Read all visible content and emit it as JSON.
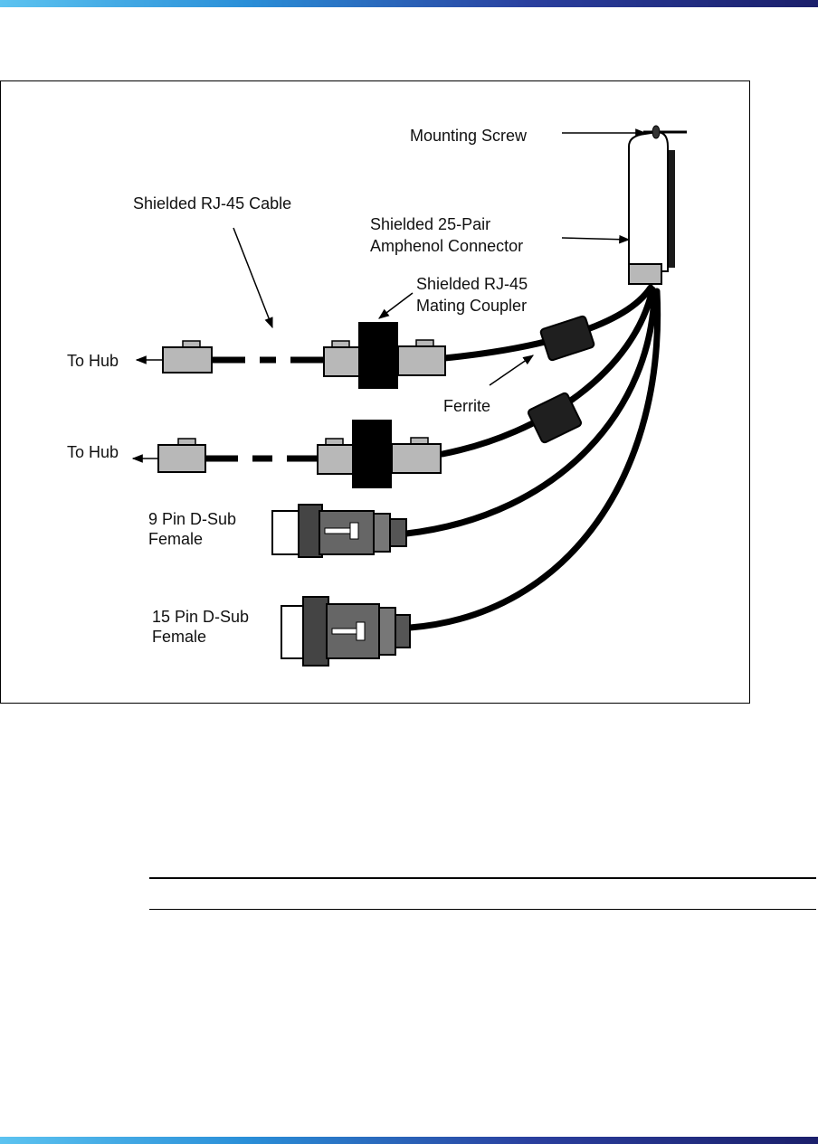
{
  "diagram": {
    "labels": {
      "mounting_screw": "Mounting Screw",
      "rj45_cable": "Shielded RJ-45 Cable",
      "amphenol_line1": "Shielded 25-Pair",
      "amphenol_line2": "Amphenol Connector",
      "coupler_line1": "Shielded RJ-45",
      "coupler_line2": "Mating Coupler",
      "to_hub_1": "To Hub",
      "to_hub_2": "To Hub",
      "ferrite": "Ferrite",
      "dsub9_line1": "9 Pin D-Sub",
      "dsub9_line2": "Female",
      "dsub15_line1": "15 Pin D-Sub",
      "dsub15_line2": "Female"
    }
  },
  "colors": {
    "band_start": "#5cc3f0",
    "band_end": "#1b1f6b",
    "plug_gray": "#b8b8b8",
    "ferrite": "#1f1f1f",
    "dsub_body": "#555555"
  }
}
